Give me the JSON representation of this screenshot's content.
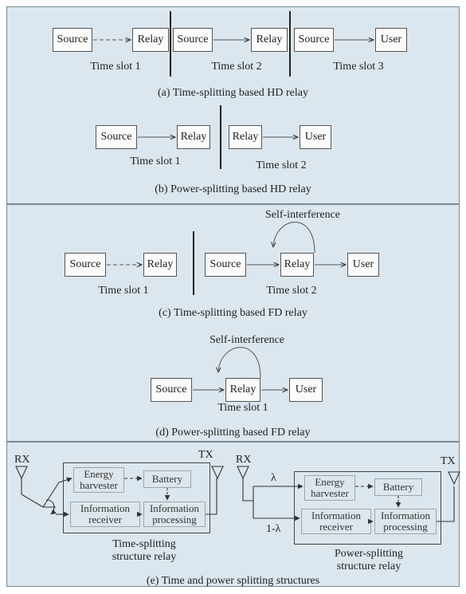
{
  "panel_a": {
    "slot1": {
      "from": "Source",
      "to": "Relay",
      "slot": "Time slot 1"
    },
    "slot2": {
      "from": "Source",
      "to": "Relay",
      "slot": "Time slot 2"
    },
    "slot3": {
      "from": "Source",
      "to": "User",
      "slot": "Time slot 3"
    },
    "caption": "(a) Time-splitting based HD relay"
  },
  "panel_b": {
    "slot1": {
      "from": "Source",
      "to": "Relay",
      "slot": "Time slot 1"
    },
    "slot2": {
      "from": "Relay",
      "to": "User",
      "slot": "Time slot 2"
    },
    "caption": "(b) Power-splitting based HD relay"
  },
  "panel_c": {
    "slot1": {
      "from": "Source",
      "to": "Relay",
      "slot": "Time slot 1"
    },
    "slot2": {
      "source": "Source",
      "relay": "Relay",
      "user": "User",
      "slot": "Time slot 2"
    },
    "self_interference": "Self-interference",
    "caption": "(c) Time-splitting based FD relay"
  },
  "panel_d": {
    "source": "Source",
    "relay": "Relay",
    "user": "User",
    "slot": "Time slot 1",
    "self_interference": "Self-interference",
    "caption": "(d) Power-splitting based FD relay"
  },
  "panel_e": {
    "left": {
      "rx": "RX",
      "tx": "TX",
      "energy_harvester": "Energy\nharvester",
      "battery": "Battery",
      "information_receiver": "Information\nreceiver",
      "information_processing": "Information\nprocessing",
      "label": "Time-splitting\nstructure relay"
    },
    "right": {
      "rx": "RX",
      "tx": "TX",
      "lambda": "λ",
      "one_minus_lambda": "1-λ",
      "energy_harvester": "Energy\nharvester",
      "battery": "Battery",
      "information_receiver": "Information\nreceiver",
      "information_processing": "Information\nprocessing",
      "label": "Power-splitting\nstructure relay"
    },
    "caption": "(e) Time and power splitting structures"
  },
  "colors": {
    "panel_bg": "#dbe6ee",
    "line": "#333333",
    "inner_box": "#9aa5ad"
  }
}
